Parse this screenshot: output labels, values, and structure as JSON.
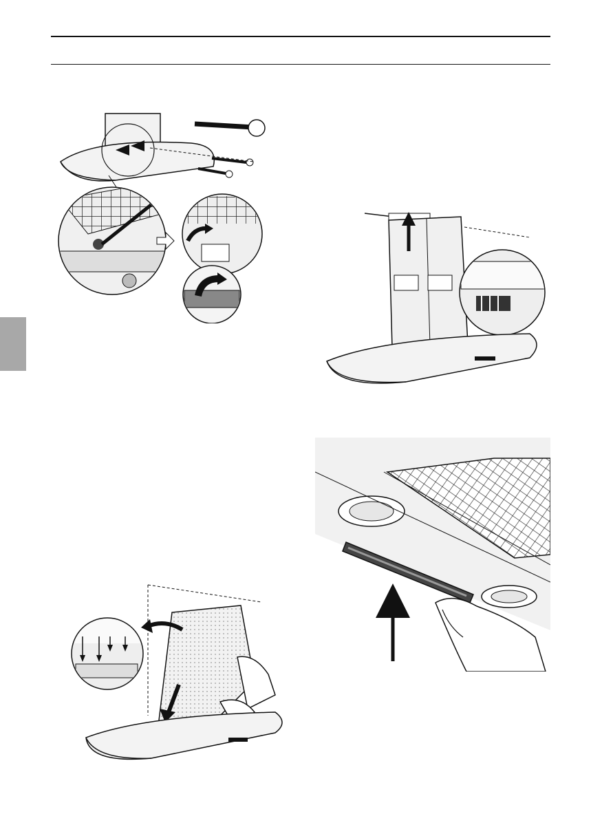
{
  "page": {
    "header_rules": 2,
    "section_tab_color": "#a8a8a8",
    "line_color": "#111111"
  },
  "figures": [
    {
      "id": "fig-1",
      "icon": "hood-mounting-screws-illustration"
    },
    {
      "id": "fig-2",
      "icon": "chimney-fixing-screw-illustration"
    },
    {
      "id": "fig-3",
      "icon": "chimney-cover-fitting-illustration"
    },
    {
      "id": "fig-4",
      "icon": "grease-filter-insertion-illustration"
    }
  ]
}
